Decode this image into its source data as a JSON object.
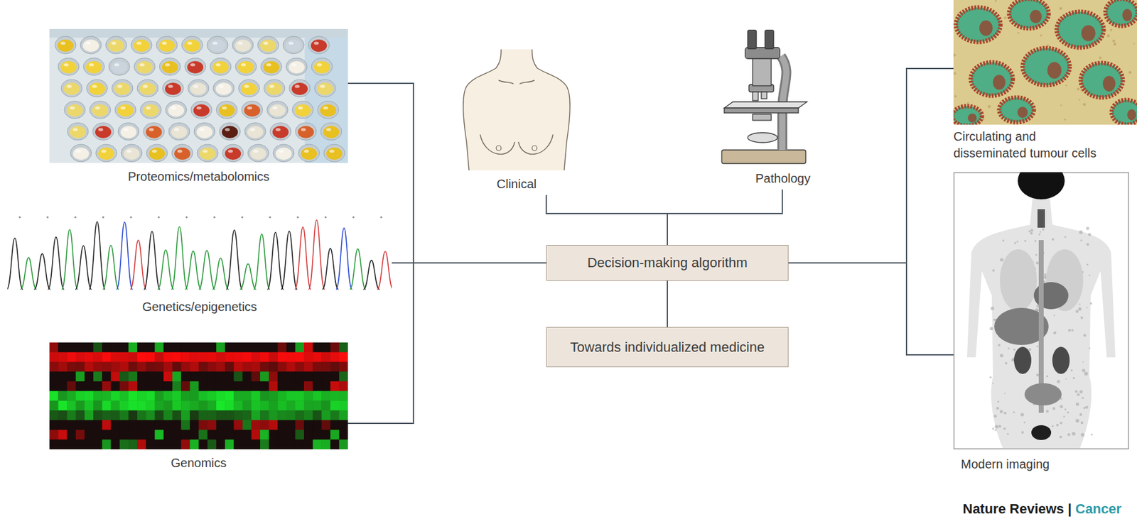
{
  "diagram": {
    "nodes": [
      {
        "text": [
          "Proteomics/metabolomics"
        ]
      },
      {
        "text": [
          "Genetics/epigenetics"
        ]
      },
      {
        "text": [
          "Genomics"
        ]
      },
      {
        "text": [
          "Clinical"
        ]
      },
      {
        "text": [
          "Pathology"
        ]
      },
      {
        "text": [
          "Decision-making algorithm"
        ]
      },
      {
        "text": [
          "Towards individualized medicine"
        ]
      },
      {
        "text": [
          "Circulating and disseminated tumour cells"
        ]
      },
      {
        "text": [
          "Modern imaging"
        ]
      }
    ],
    "edges": [
      {
        "from": 0,
        "to": 5,
        "arrow": "none"
      },
      {
        "from": 1,
        "to": 5,
        "arrow": "none"
      },
      {
        "from": 2,
        "to": 5,
        "arrow": "none"
      },
      {
        "from": 3,
        "to": 5,
        "arrow": "none"
      },
      {
        "from": 4,
        "to": 5,
        "arrow": "none"
      },
      {
        "from": 7,
        "to": 5,
        "arrow": "none"
      },
      {
        "from": 8,
        "to": 5,
        "arrow": "none"
      },
      {
        "from": 5,
        "to": 6,
        "arrow": "none"
      }
    ],
    "labels": [
      "Nature Reviews |",
      "Cancer"
    ]
  }
}
